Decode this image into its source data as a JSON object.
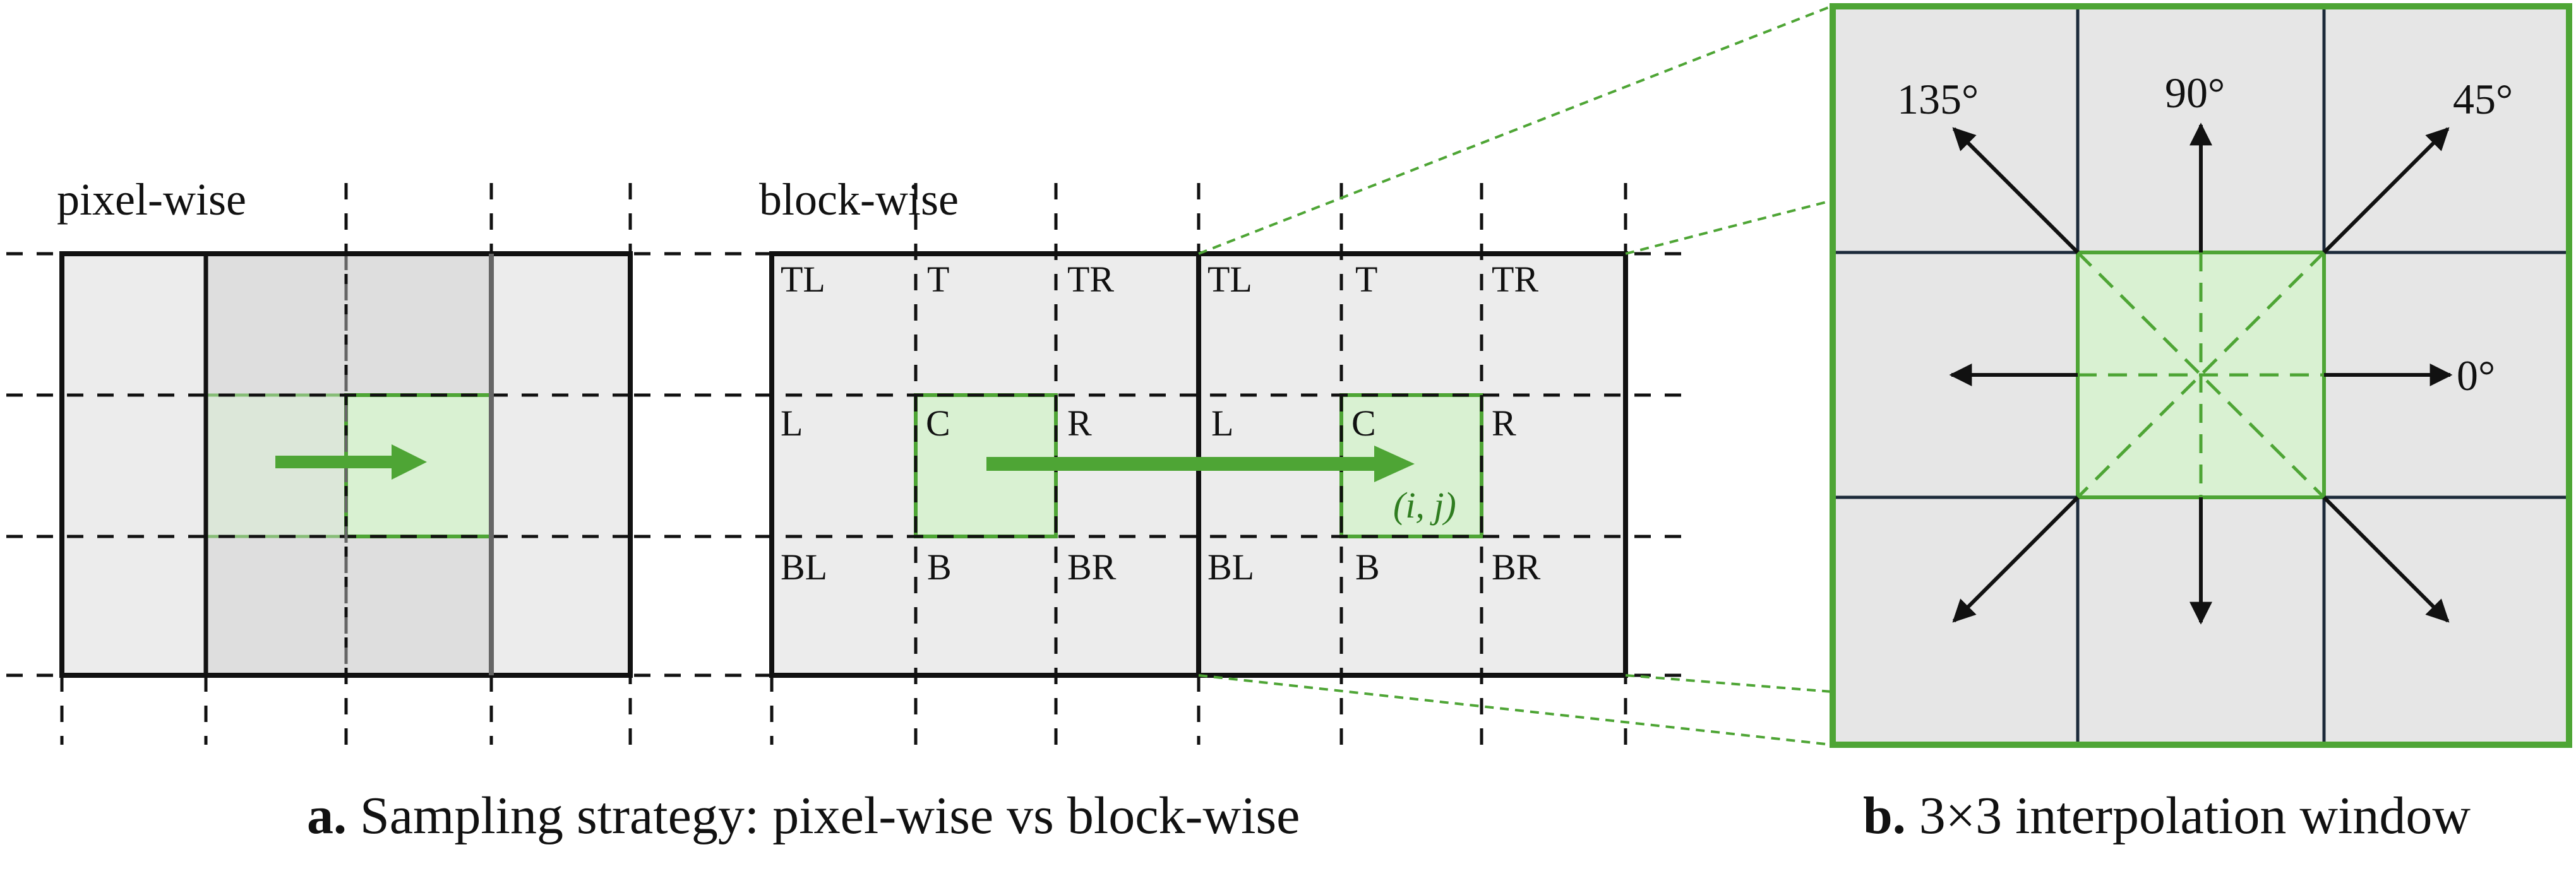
{
  "panel_a": {
    "pixel_title": "pixel-wise",
    "block_title": "block-wise",
    "block_labels": {
      "tl": "TL",
      "t": "T",
      "tr": "TR",
      "l": "L",
      "c": "C",
      "r": "R",
      "bl": "BL",
      "b": "B",
      "br": "BR"
    },
    "index_label": "(i, j)",
    "caption_bold": "a.",
    "caption_text": " Sampling strategy: pixel-wise vs block-wise"
  },
  "panel_b": {
    "angles": {
      "a135": "135°",
      "a90": "90°",
      "a45": "45°",
      "a0": "0°"
    },
    "caption_bold": "b.",
    "caption_text": " 3×3 interpolation window"
  },
  "colors": {
    "green": "#4ea535",
    "green_fill": "#d9f1d2",
    "cell_gray": "#ececec",
    "dark_gray": "#dedede",
    "grid_line": "#1c2a3a"
  }
}
